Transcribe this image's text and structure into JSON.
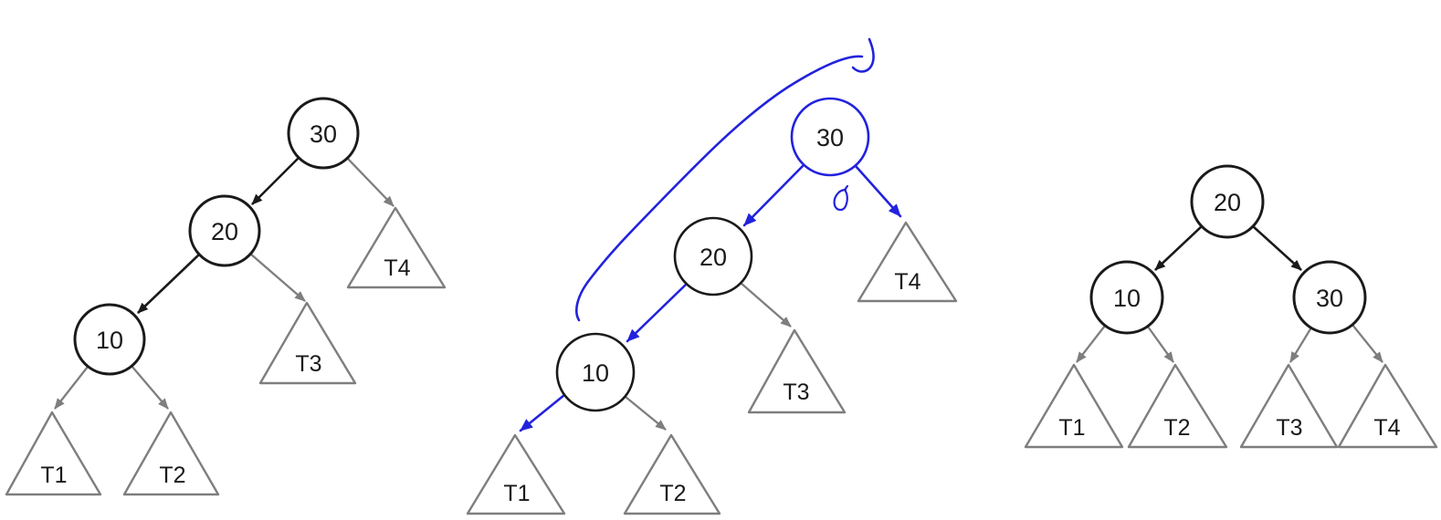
{
  "diagram": {
    "type": "binary-tree-rotation",
    "colors": {
      "node_stroke": "#1a1a1a",
      "edge_black": "#1a1a1a",
      "edge_gray": "#7e7e7e",
      "annotation_blue": "#2222dd",
      "background": "#ffffff"
    },
    "left_tree": {
      "n30": "30",
      "n20": "20",
      "n10": "10",
      "t1": "T1",
      "t2": "T2",
      "t3": "T3",
      "t4": "T4"
    },
    "middle_tree": {
      "n30": "30",
      "n20": "20",
      "n10": "10",
      "t1": "T1",
      "t2": "T2",
      "t3": "T3",
      "t4": "T4"
    },
    "right_tree": {
      "n20": "20",
      "n10": "10",
      "n30": "30",
      "t1": "T1",
      "t2": "T2",
      "t3": "T3",
      "t4": "T4"
    }
  }
}
